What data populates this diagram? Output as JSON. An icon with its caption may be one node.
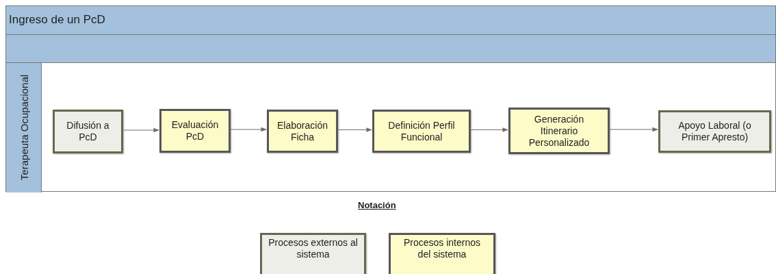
{
  "diagram": {
    "nodes": [
      {
        "text": [
          "Ingreso de un PcD"
        ]
      },
      {
        "text": [
          "Terapeuta Ocupacional"
        ],
        "in": 0
      },
      {
        "text": [
          "Difusión a PcD"
        ],
        "in": 1
      },
      {
        "text": [
          "Evaluación PcD"
        ],
        "in": 1
      },
      {
        "text": [
          "Elaboración Ficha"
        ],
        "in": 1
      },
      {
        "text": [
          "Definición Perfil Funcional"
        ],
        "in": 1
      },
      {
        "text": [
          "Generación Itinerario Personalizado"
        ],
        "in": 1
      },
      {
        "text": [
          "Apoyo Laboral (o Primer Apresto)"
        ],
        "in": 1
      }
    ],
    "edges": [
      {
        "from": 2,
        "to": 3,
        "arrow": "to"
      },
      {
        "from": 3,
        "to": 4,
        "arrow": "to"
      },
      {
        "from": 4,
        "to": 5,
        "arrow": "to"
      },
      {
        "from": 5,
        "to": 6,
        "arrow": "to"
      },
      {
        "from": 6,
        "to": 7,
        "arrow": "to"
      }
    ],
    "labels": [
      "Notación"
    ],
    "legend": [
      {
        "text": "Procesos externos al sistema",
        "color": "#eeeee8"
      },
      {
        "text": "Procesos internos del sistema",
        "color": "#fdfbc8"
      }
    ]
  }
}
